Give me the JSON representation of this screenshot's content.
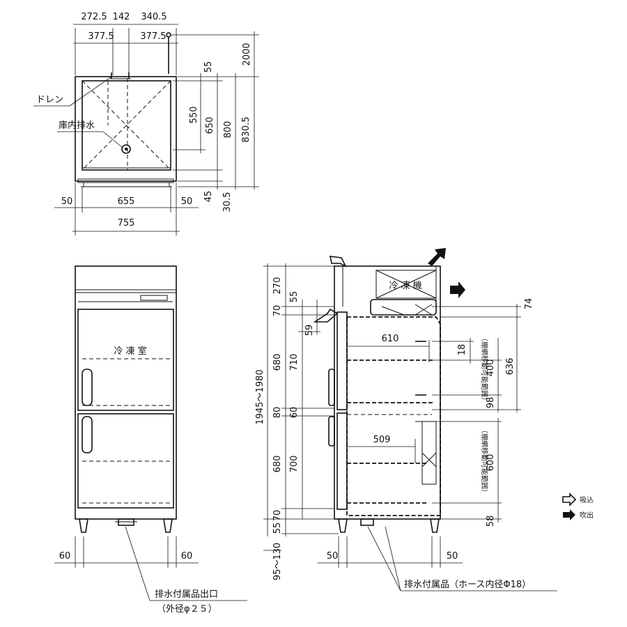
{
  "top_view": {
    "dims": {
      "w272_5": "272.5",
      "w142": "142",
      "w340_5": "340.5",
      "w377_5a": "377.5",
      "w377_5b": "377.5",
      "h2000": "2000",
      "h55": "55",
      "h550": "550",
      "h650": "650",
      "h800": "800",
      "h830_5": "830.5",
      "h45": "45",
      "h30_5": "30.5",
      "w50a": "50",
      "w655": "655",
      "w50b": "50",
      "w755": "755"
    },
    "labels": {
      "drain": "ドレン",
      "internal_drain": "庫内排水"
    }
  },
  "front_view": {
    "compartment_label": "冷 凍 室",
    "dims": {
      "w60a": "60",
      "w60b": "60"
    },
    "outlet_label": "排水付属品出口",
    "outlet_sub": "（外径φ２５）"
  },
  "side_view": {
    "unit_label": "冷 凍 機",
    "dims": {
      "h270": "270",
      "h55a": "55",
      "h70a": "70",
      "h59": "59",
      "h680a": "680",
      "h710": "710",
      "h80": "80",
      "h60": "60",
      "h680b": "680",
      "h700": "700",
      "h70b": "70",
      "h55b": "55",
      "h95_130": "95～130",
      "h1945_1980": "1945～1980",
      "w610": "610",
      "w509": "509",
      "h18": "18",
      "h400": "400",
      "h98": "98",
      "h636": "636",
      "h74": "74",
      "h600": "600",
      "h58": "58",
      "w50a": "50",
      "w50b": "50"
    },
    "shelf_range_upper": "（棚網移動可能範囲）",
    "shelf_range_lower": "（棚網移動可能範囲）",
    "hose_label": "排水付属品（ホース内径Φ18）"
  },
  "legend": {
    "intake": "吸込",
    "exhaust": "吹出"
  }
}
